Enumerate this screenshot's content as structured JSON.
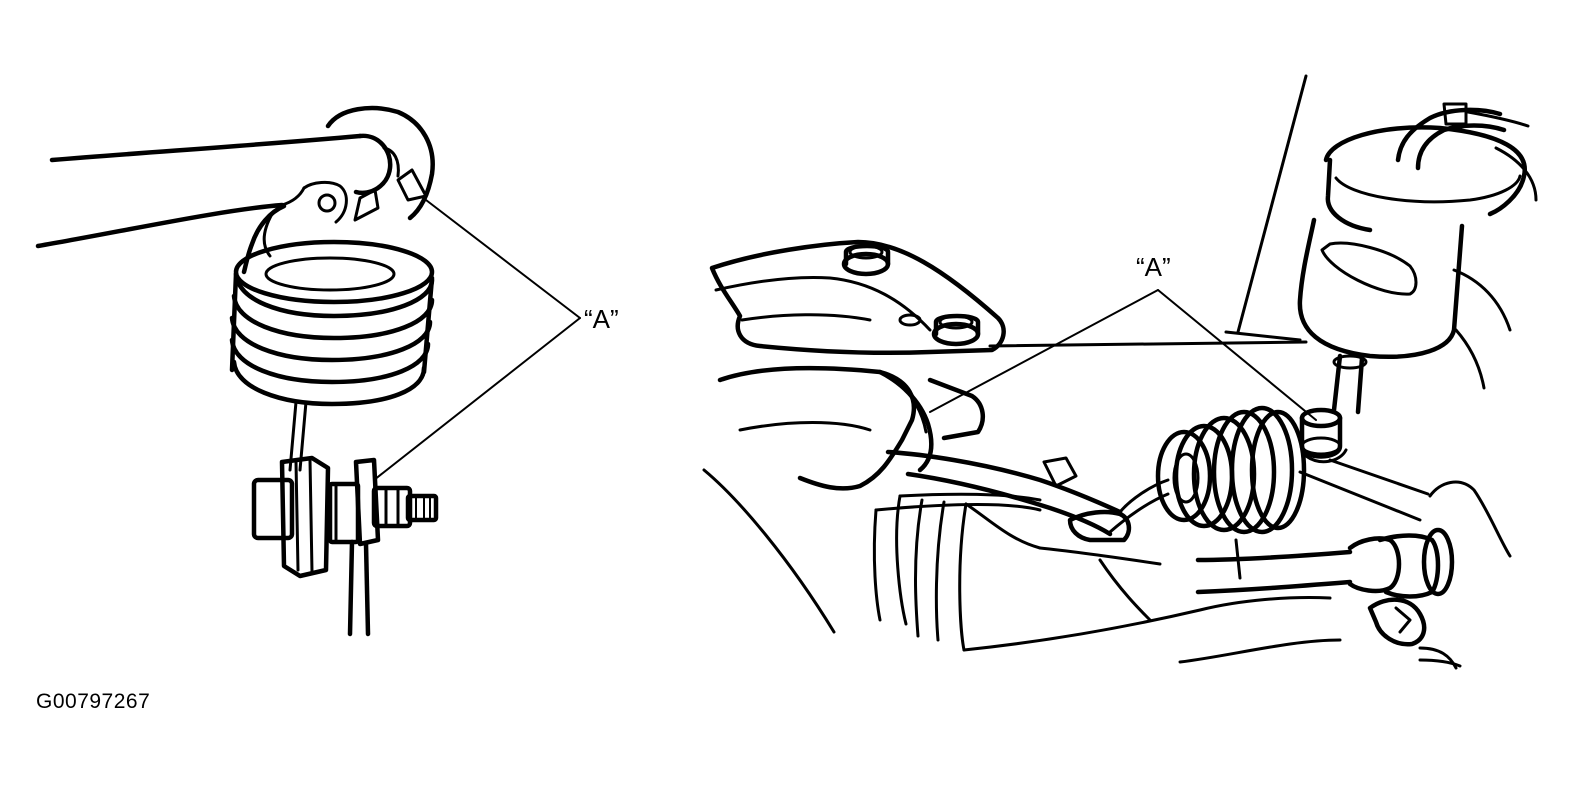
{
  "figure": {
    "callout_left": "“A”",
    "callout_right": "“A”",
    "figure_id": "G00797267"
  },
  "colors": {
    "ink": "#000000",
    "paper": "#ffffff"
  }
}
